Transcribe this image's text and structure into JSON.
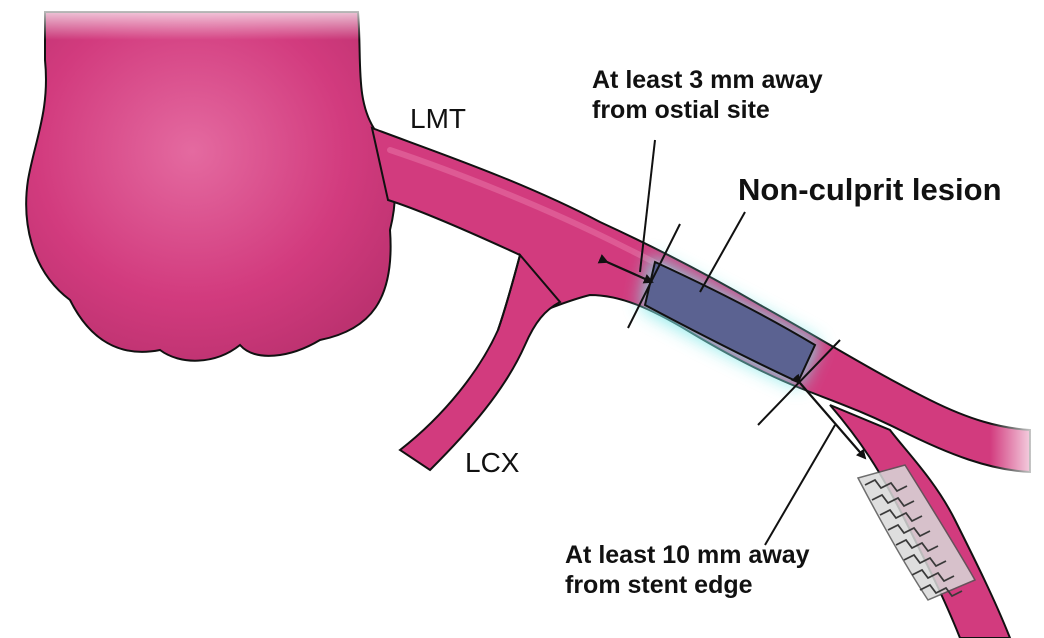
{
  "labels": {
    "lmt": "LMT",
    "lcx": "LCX",
    "ostial_line1": "At least 3 mm away",
    "ostial_line2": "from ostial site",
    "lesion": "Non-culprit lesion",
    "stent_line1": "At least 10 mm away",
    "stent_line2": "from stent edge"
  },
  "colors": {
    "vessel": "#d23b7e",
    "vessel_dark": "#b02a66",
    "vessel_highlight": "#e775a6",
    "lesion": "#5b6291",
    "lesion_glow": "#7fe8e8",
    "stent": "#3a3a3a",
    "line": "#111111"
  }
}
